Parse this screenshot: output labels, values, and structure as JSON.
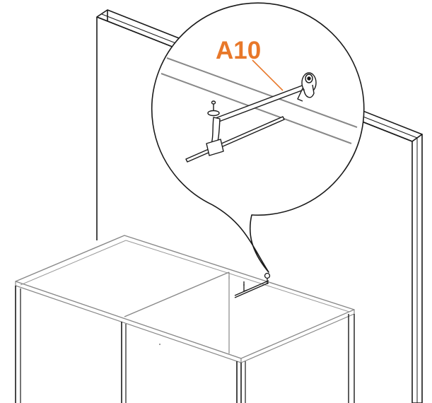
{
  "callout": {
    "part_label": "A10"
  },
  "colors": {
    "accent": "#E8782A",
    "line": "#1a1a1a",
    "panel_line": "#777777",
    "background": "#ffffff"
  },
  "icons": {
    "assembly": "wall-panel-with-cabinet-and-clip-bracket",
    "detail": "magnified-clip-bracket-zoom-bubble"
  }
}
